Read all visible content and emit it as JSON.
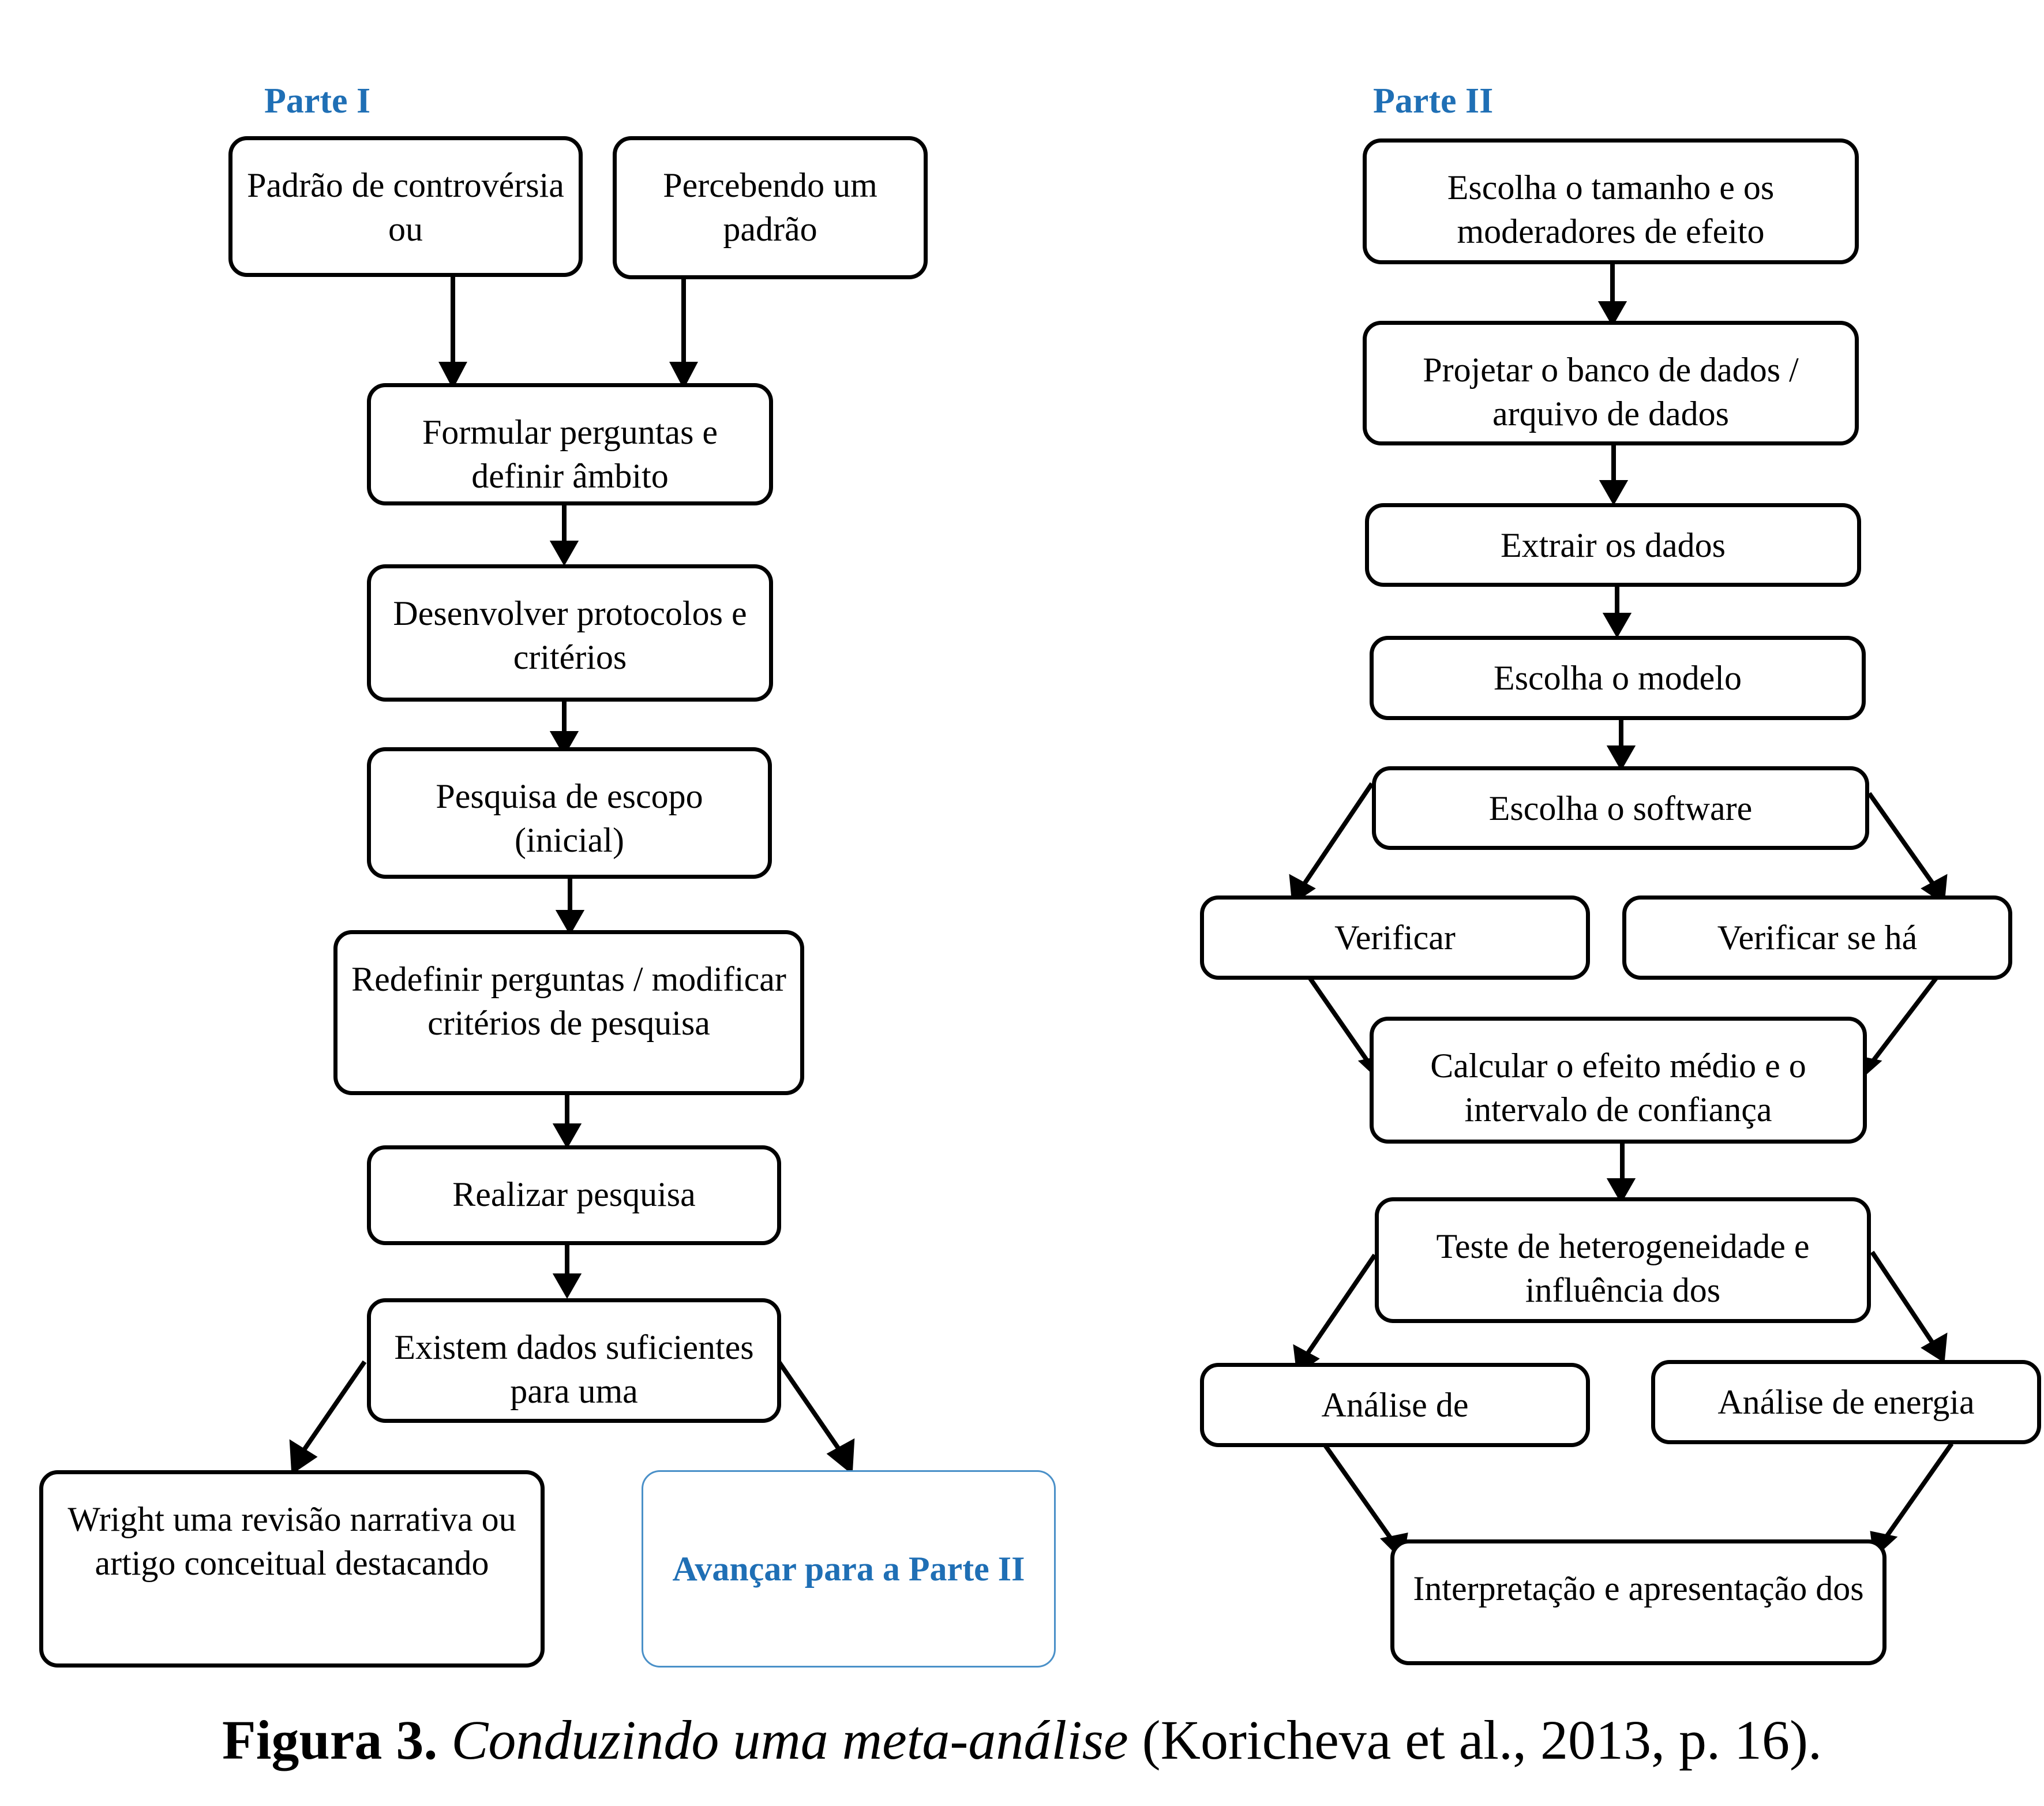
{
  "part1": {
    "label": "Parte I",
    "nodes": {
      "controversy": "Padrão de controvérsia ou",
      "noticing": "Percebendo um padrão",
      "formulate": "Formular perguntas e definir âmbito",
      "protocols": "Desenvolver protocolos e critérios",
      "scoping": "Pesquisa de escopo (inicial)",
      "redefine": "Redefinir perguntas / modificar critérios de pesquisa",
      "search": "Realizar pesquisa",
      "enough": "Existem dados suficientes para uma",
      "narrative": "Wright uma revisão narrativa ou artigo conceitual destacando",
      "advance": "Avançar para a Parte II"
    }
  },
  "part2": {
    "label": "Parte II",
    "nodes": {
      "effect_size": "Escolha o tamanho e os moderadores de efeito",
      "database": "Projetar o banco de dados / arquivo de dados",
      "extract": "Extrair os dados",
      "model": "Escolha o modelo",
      "software": "Escolha o software",
      "verify": "Verificar",
      "verify_if": "Verificar se há",
      "mean_effect": "Calcular o efeito médio e o intervalo de confiança",
      "heterogeneity": "Teste de heterogeneidade e influência dos",
      "analysis": "Análise de",
      "power": "Análise de energia",
      "interpretation": "Interpretação e apresentação dos"
    }
  },
  "caption": {
    "label": "Figura 3.",
    "title": "Conduzindo uma meta-análise",
    "source": "(Koricheva et al., 2013, p. 16)."
  }
}
